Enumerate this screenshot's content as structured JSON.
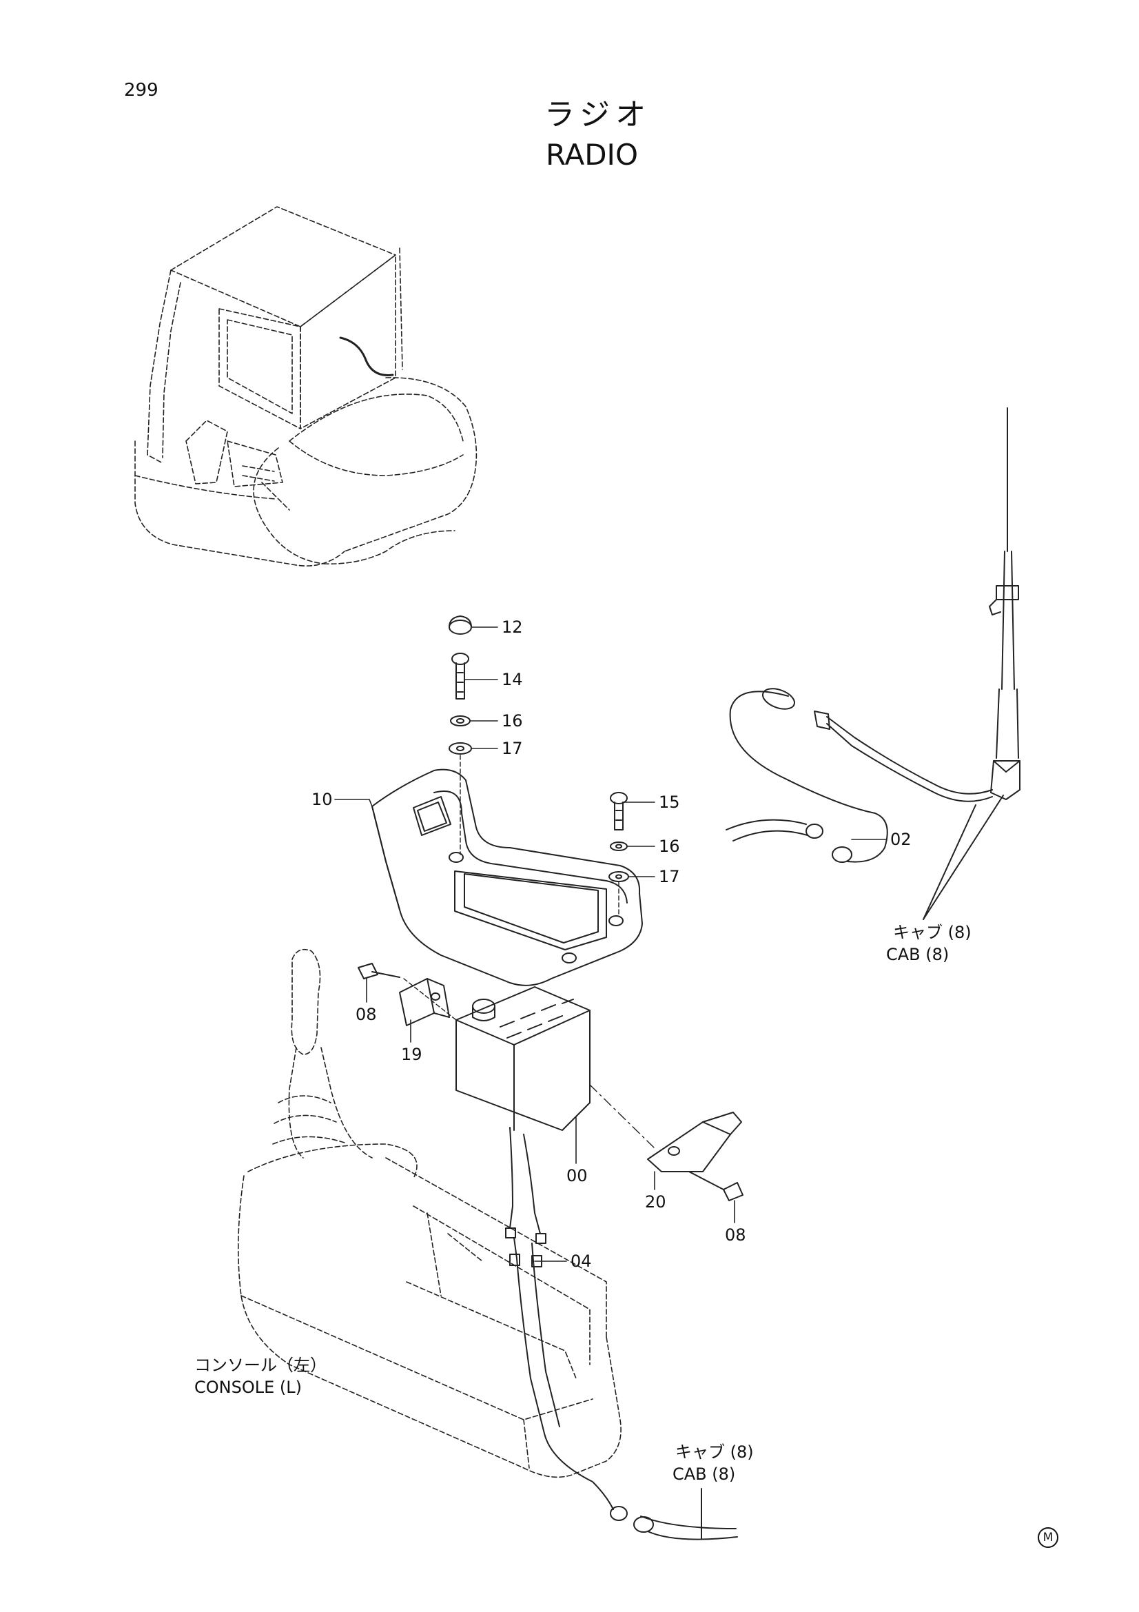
{
  "page_number": "299",
  "title_ja": "ラジオ",
  "title_en": "RADIO",
  "callouts": {
    "p12": "12",
    "p14": "14",
    "p16a": "16",
    "p17a": "17",
    "p10": "10",
    "p15": "15",
    "p16b": "16",
    "p17b": "17",
    "p02": "02",
    "p08a": "08",
    "p19": "19",
    "p00": "00",
    "p20": "20",
    "p08b": "08",
    "p04": "04"
  },
  "notes": {
    "cab_upper_ja": "キャブ (8)",
    "cab_upper_en": "CAB (8)",
    "console_ja": "コンソール（左）",
    "console_en": "CONSOLE (L)",
    "cab_lower_ja": "キャブ (8)",
    "cab_lower_en": "CAB (8)"
  },
  "corner_mark": "M"
}
